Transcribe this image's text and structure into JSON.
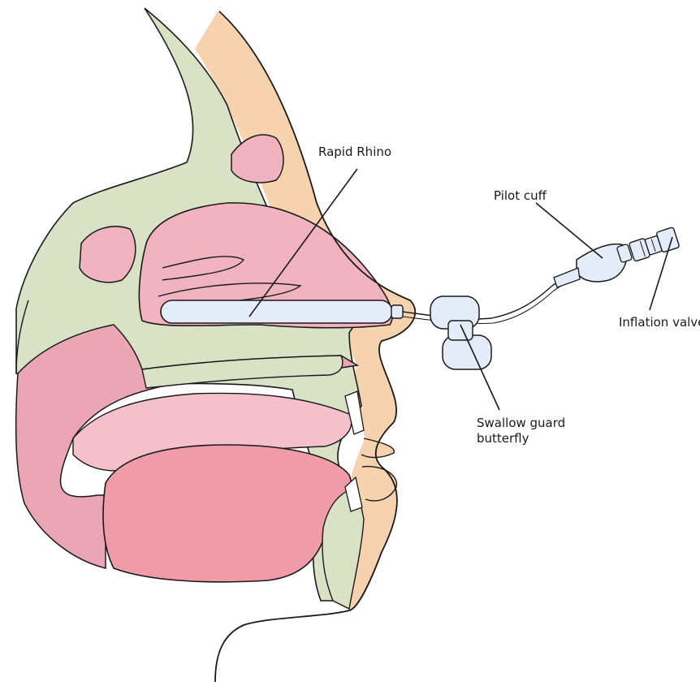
{
  "labels": {
    "rapid_rhino": "Rapid Rhino",
    "pilot_cuff": "Pilot cuff",
    "inflation_valve": "Inflation valve",
    "swallow_guard_line1": "Swallow guard",
    "swallow_guard_line2": "butterfly"
  },
  "colors": {
    "skin": "#f6d2ae",
    "bone": "#d9e2c4",
    "tissue_pink": "#f0b3bf",
    "mucosa": "#e89aa8",
    "tongue": "#ef9ca8",
    "device": "#e3ecf8",
    "outline": "#1a1a1a"
  }
}
